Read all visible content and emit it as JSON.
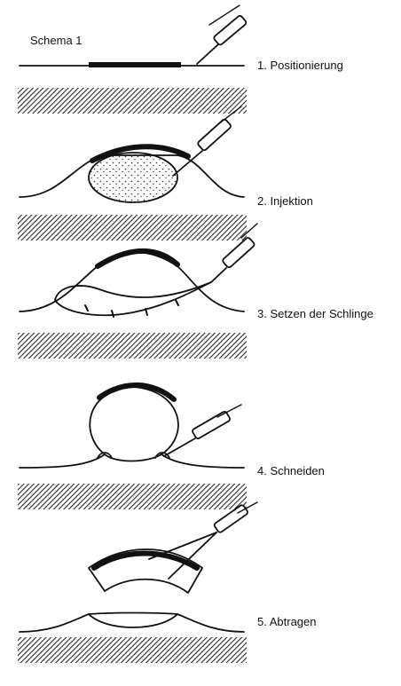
{
  "figure": {
    "title": "Schema 1",
    "steps": [
      {
        "label": "1. Positionierung"
      },
      {
        "label": "2. Injektion"
      },
      {
        "label": "3. Setzen der Schlinge"
      },
      {
        "label": "4. Schneiden"
      },
      {
        "label": "5. Abtragen"
      }
    ]
  },
  "colors": {
    "ink": "#111111",
    "hatch": "#2a2a2a",
    "paper": "#ffffff"
  }
}
